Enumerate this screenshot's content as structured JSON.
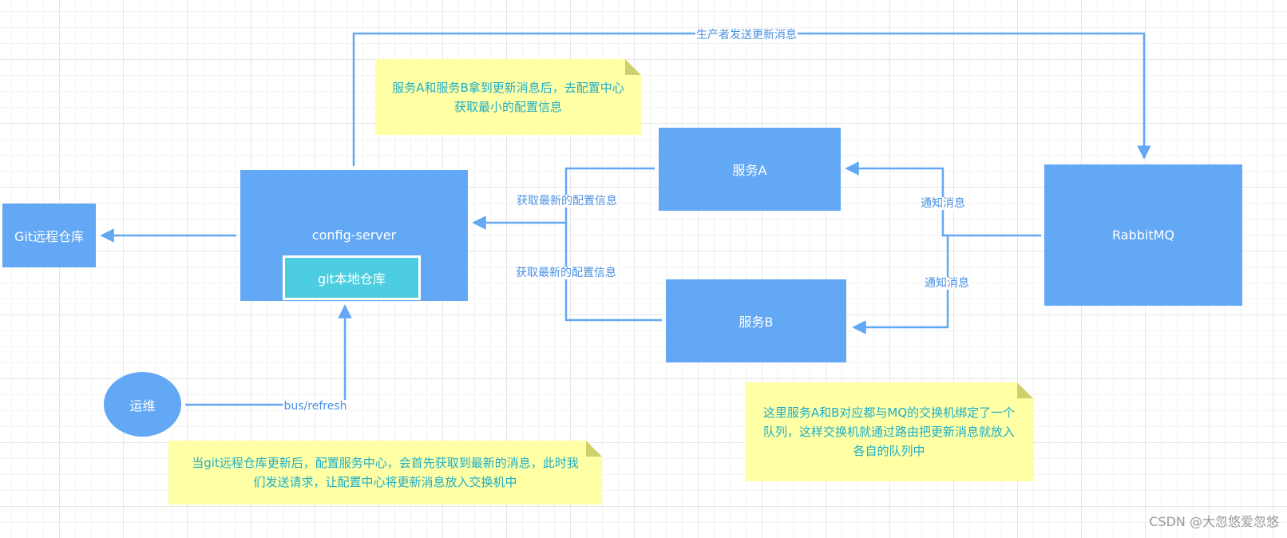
{
  "nodes": {
    "git_remote": "Git远程仓库",
    "config_server": "config-server",
    "git_local": "git本地仓库",
    "service_a": "服务A",
    "service_b": "服务B",
    "rabbitmq": "RabbitMQ",
    "ops": "运维"
  },
  "edge_labels": {
    "producer_send": "生产者发送更新消息",
    "fetch_config_a": "获取最新的配置信息",
    "fetch_config_b": "获取最新的配置信息",
    "notify_a": "通知消息",
    "notify_b": "通知消息",
    "bus_refresh": "bus/refresh"
  },
  "notes": {
    "note_top": "服务A和服务B拿到更新消息后，去配置中心获取最小的配置信息",
    "note_bottom": "当git远程仓库更新后，配置服务中心，会首先获取到最新的消息，此时我们发送请求，让配置中心将更新消息放入交换机中",
    "note_right": "这里服务A和B对应都与MQ的交换机绑定了一个队列，这样交换机就通过路由把更新消息就放入各自的队列中"
  },
  "watermark": "CSDN @大忽悠爱忽悠",
  "colors": {
    "node_fill": "#62a8f4",
    "inner_fill": "#4ccde0",
    "edge": "#62a8f4",
    "edge_label": "#4a90e2",
    "note_fill": "#ffffa6",
    "note_text": "#1eaec8"
  }
}
